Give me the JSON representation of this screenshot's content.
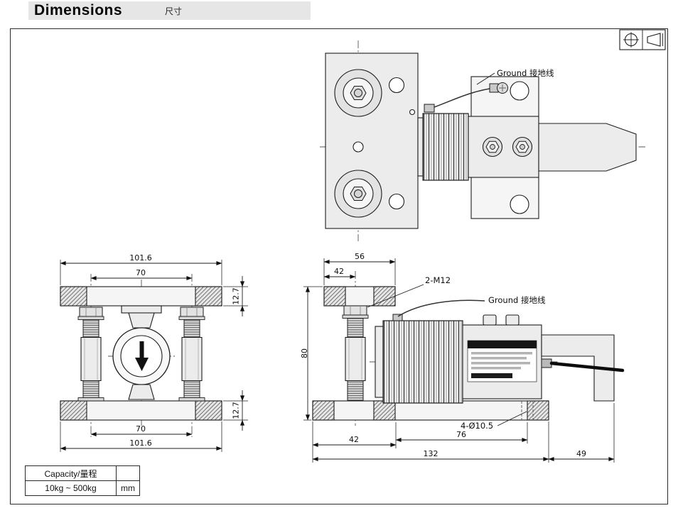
{
  "header": {
    "title": "Dimensions",
    "subtitle": "尺寸"
  },
  "top_view": {
    "ground_label": "Ground 接地线"
  },
  "front_view": {
    "dims": {
      "top_width_outer": "101.6",
      "top_width_inner": "70",
      "top_plate_thickness": "12.7",
      "bottom_plate_thickness": "12.7",
      "bottom_width_inner": "70",
      "bottom_width_outer": "101.6"
    }
  },
  "side_view": {
    "ground_label": "Ground 接地线",
    "thread_label": "2-M12",
    "hole_label": "4-Ø10.5",
    "dims": {
      "top_plate_width": "56",
      "top_offset": "42",
      "height": "80",
      "bottom_offset": "42",
      "hole_spacing": "76",
      "base_length": "132",
      "arm_extension": "49"
    }
  },
  "capacity_table": {
    "rows": [
      {
        "label": "Capacity/量程",
        "unit": ""
      },
      {
        "label": "10kg ~ 500kg",
        "unit": "mm"
      }
    ]
  }
}
